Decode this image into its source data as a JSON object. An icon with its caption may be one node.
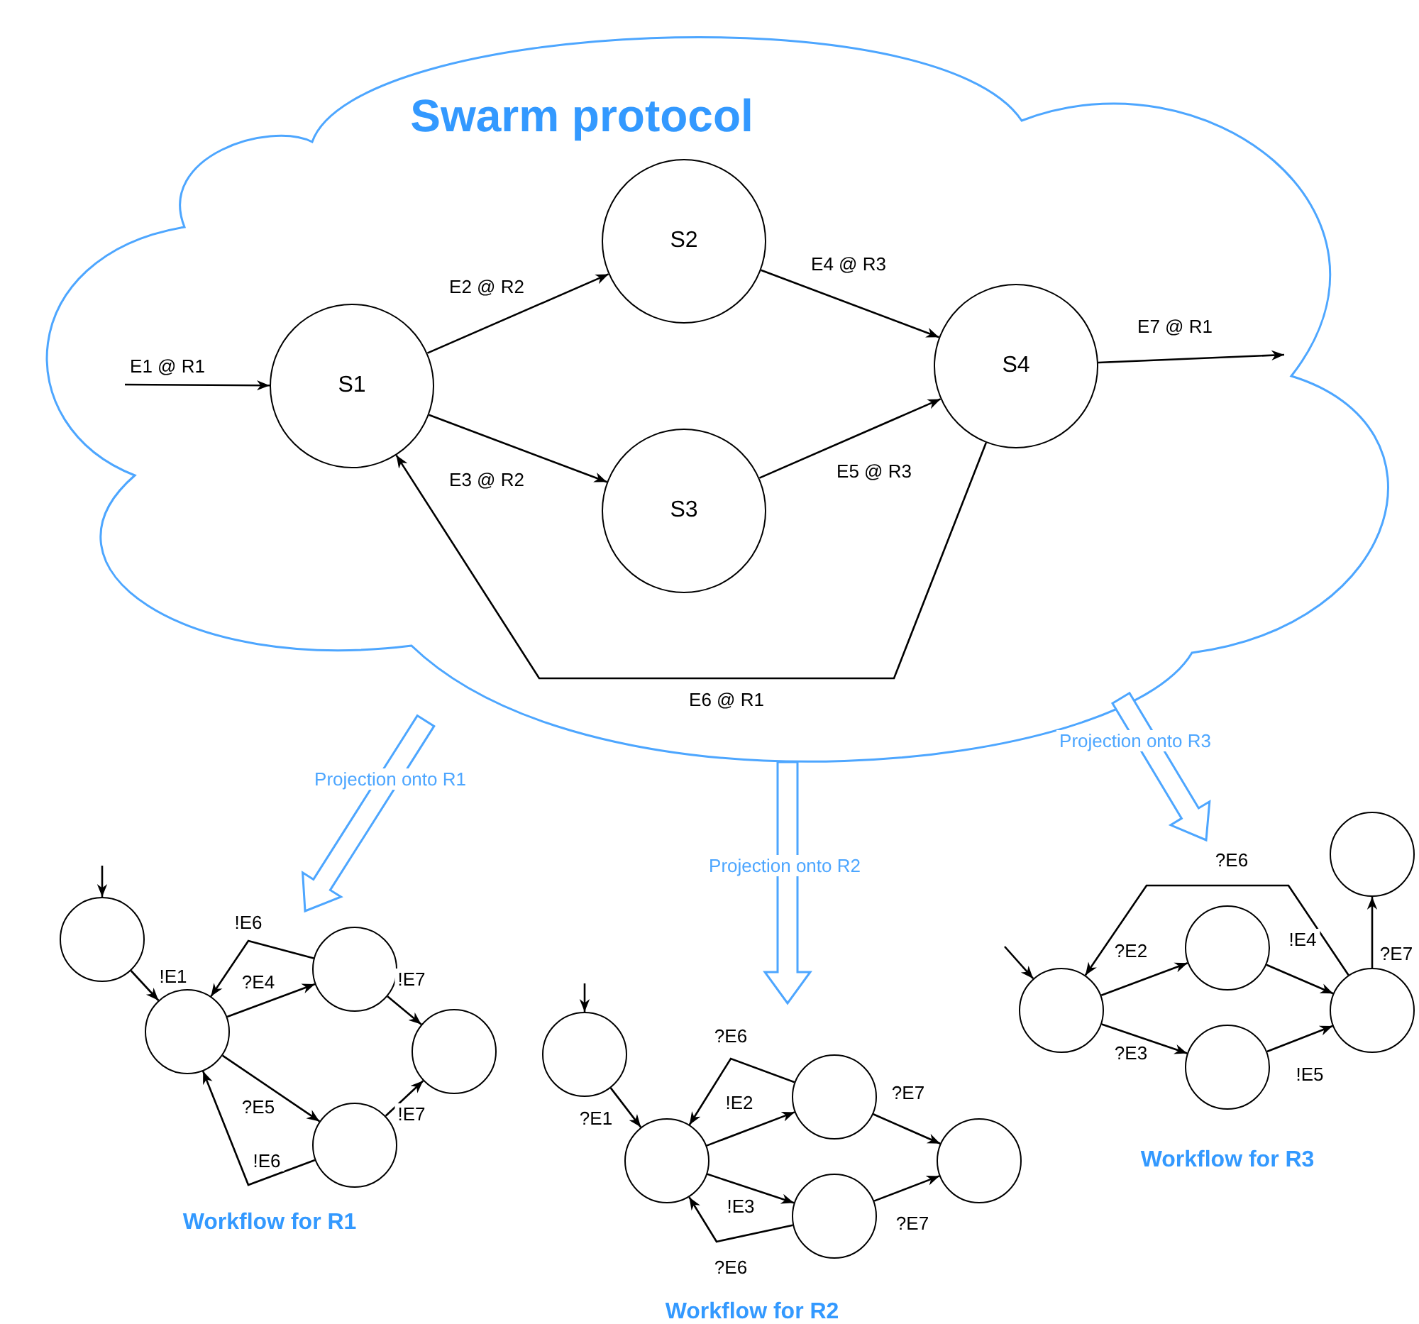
{
  "diagram": {
    "nodes": [
      {
        "text": [
          "Swarm protocol"
        ]
      },
      {
        "text": [
          "S1"
        ],
        "in": 0
      },
      {
        "text": [
          "S2"
        ],
        "in": 0
      },
      {
        "text": [
          "S3"
        ],
        "in": 0
      },
      {
        "text": [
          "S4"
        ],
        "in": 0
      },
      {
        "text": [],
        "shape": "circle"
      },
      {
        "text": [],
        "shape": "circle"
      },
      {
        "text": [],
        "shape": "circle"
      },
      {
        "text": [],
        "shape": "circle"
      },
      {
        "text": [],
        "shape": "circle"
      },
      {
        "text": [],
        "shape": "circle"
      },
      {
        "text": [],
        "shape": "circle"
      },
      {
        "text": [],
        "shape": "circle"
      },
      {
        "text": [],
        "shape": "circle"
      },
      {
        "text": [],
        "shape": "circle"
      },
      {
        "text": [],
        "shape": "circle"
      },
      {
        "text": [],
        "shape": "circle"
      },
      {
        "text": [],
        "shape": "circle"
      },
      {
        "text": [],
        "shape": "circle"
      },
      {
        "text": [],
        "shape": "circle"
      }
    ],
    "edges": [
      {
        "from": null,
        "to": 1,
        "arrow": "to",
        "label": "E1 @ R1"
      },
      {
        "from": 1,
        "to": 2,
        "arrow": "to",
        "label": "E2 @ R2"
      },
      {
        "from": 1,
        "to": 3,
        "arrow": "to",
        "label": "E3 @ R2"
      },
      {
        "from": 2,
        "to": 4,
        "arrow": "to",
        "label": "E4 @ R3"
      },
      {
        "from": 3,
        "to": 4,
        "arrow": "to",
        "label": "E5 @ R3"
      },
      {
        "from": 4,
        "to": null,
        "arrow": "to",
        "label": "E7 @ R1"
      },
      {
        "from": 4,
        "to": 1,
        "arrow": "to",
        "label": "E6 @ R1"
      },
      {
        "from": 0,
        "to": null,
        "arrow": "to",
        "label": "Projection onto R1",
        "style": "thick",
        "color": "#4da6ff"
      },
      {
        "from": 0,
        "to": null,
        "arrow": "to",
        "label": "Projection onto R2",
        "style": "thick",
        "color": "#4da6ff"
      },
      {
        "from": 0,
        "to": null,
        "arrow": "to",
        "label": "Projection onto R3",
        "style": "thick",
        "color": "#4da6ff"
      },
      {
        "from": null,
        "to": 5,
        "arrow": "to"
      },
      {
        "from": 5,
        "to": 6,
        "arrow": "to",
        "label": "!E1"
      },
      {
        "from": 6,
        "to": 7,
        "arrow": "to",
        "label": "?E4"
      },
      {
        "from": 6,
        "to": 8,
        "arrow": "to",
        "label": "?E5"
      },
      {
        "from": 7,
        "to": 6,
        "arrow": "to",
        "label": "!E6"
      },
      {
        "from": 8,
        "to": 6,
        "arrow": "to",
        "label": "!E6"
      },
      {
        "from": 7,
        "to": 9,
        "arrow": "to",
        "label": "!E7"
      },
      {
        "from": 8,
        "to": 9,
        "arrow": "to",
        "label": "!E7"
      },
      {
        "from": null,
        "to": 10,
        "arrow": "to"
      },
      {
        "from": 10,
        "to": 11,
        "arrow": "to",
        "label": "?E1"
      },
      {
        "from": 11,
        "to": 12,
        "arrow": "to",
        "label": "!E2"
      },
      {
        "from": 11,
        "to": 13,
        "arrow": "to",
        "label": "!E3"
      },
      {
        "from": 12,
        "to": 11,
        "arrow": "to",
        "label": "?E6"
      },
      {
        "from": 13,
        "to": 11,
        "arrow": "to",
        "label": "?E6"
      },
      {
        "from": 12,
        "to": 14,
        "arrow": "to",
        "label": "?E7"
      },
      {
        "from": 13,
        "to": 14,
        "arrow": "to",
        "label": "?E7"
      },
      {
        "from": null,
        "to": 15,
        "arrow": "to"
      },
      {
        "from": 15,
        "to": 16,
        "arrow": "to",
        "label": "?E2"
      },
      {
        "from": 15,
        "to": 17,
        "arrow": "to",
        "label": "?E3"
      },
      {
        "from": 16,
        "to": 18,
        "arrow": "to",
        "label": "!E4"
      },
      {
        "from": 17,
        "to": 18,
        "arrow": "to",
        "label": "!E5"
      },
      {
        "from": 18,
        "to": 15,
        "arrow": "to",
        "label": "?E6"
      },
      {
        "from": 18,
        "to": 19,
        "arrow": "to",
        "label": "?E7"
      }
    ],
    "labels": [
      "Workflow for R1",
      "Workflow for R2",
      "Workflow for R3"
    ]
  }
}
